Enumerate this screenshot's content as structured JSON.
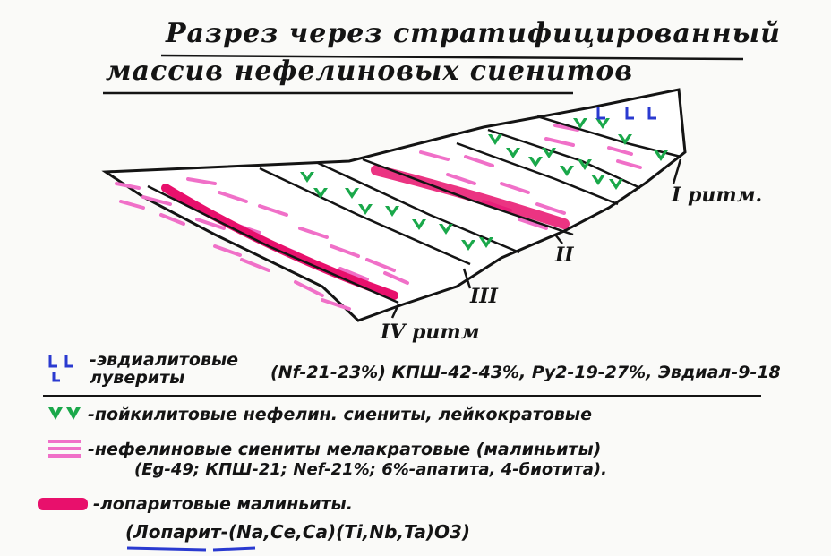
{
  "diagram": {
    "title_line1": "Разрез через стратифицированный",
    "title_line2": "массив нефелиновых сиенитов",
    "rhythm_labels": {
      "r1": "I ритм.",
      "r2": "II",
      "r3": "III",
      "r4": "IV ритм"
    },
    "colors": {
      "ink": "#141414",
      "green": "#1aa84a",
      "pink": "#f070c8",
      "magenta": "#e8106c",
      "blue": "#2a3ad0"
    }
  },
  "legend": {
    "items": [
      {
        "symbol": "blue-l-symbol",
        "label": "-эвдиалитовые лувериты",
        "detail": "(Nf-21-23%) КПШ-42-43%, Ру2-19-27%, Эвдиал-9-18"
      },
      {
        "symbol": "green-v-symbol",
        "label": "-пойкилитовые нефелин. сиениты, лейкократовые"
      },
      {
        "symbol": "pink-dash-symbol",
        "label": "-нефелиновые сиениты мелакратовые (малиньиты)",
        "detail": "(Eg-49; КПШ-21; Nef-21%; 6%-апатита, 4-биотита)."
      },
      {
        "symbol": "magenta-band-symbol",
        "label": "-лопаритовые малиньиты.",
        "detail": "(Лопарит-(Na,Ce,Ca)(Ti,Nb,Ta)O3)"
      }
    ]
  }
}
